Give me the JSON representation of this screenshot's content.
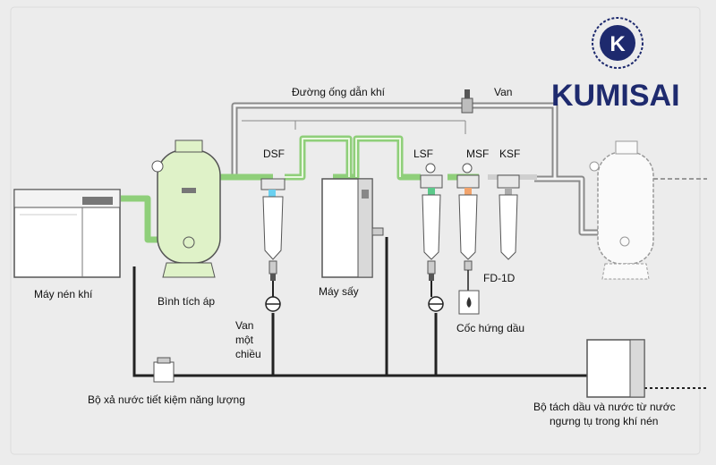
{
  "brand": {
    "name": "KUMISAI",
    "emblem_letter": "K"
  },
  "labels": {
    "pipe": "Đường ống dẫn khí",
    "van_top": "Van",
    "dsf": "DSF",
    "lsf": "LSF",
    "msf": "MSF",
    "ksf": "KSF",
    "fd": "FD-1D",
    "compressor": "Máy nén khí",
    "tank": "Bình tích áp",
    "dryer": "Máy sấy",
    "oil_cup": "Cốc hứng dầu",
    "check_valve": [
      "Van",
      "một",
      "chiều"
    ],
    "drain": "Bộ xả nước tiết kiệm năng lượng",
    "separator": [
      "Bộ tách dầu và nước từ nước",
      "ngưng tụ trong khí nén"
    ]
  },
  "colors": {
    "pipe_green": "#8fcf7a",
    "tank_fill": "#dff2c8",
    "brand_blue": "#1e2a6e",
    "line_dark": "#222222",
    "outline": "#555555"
  }
}
